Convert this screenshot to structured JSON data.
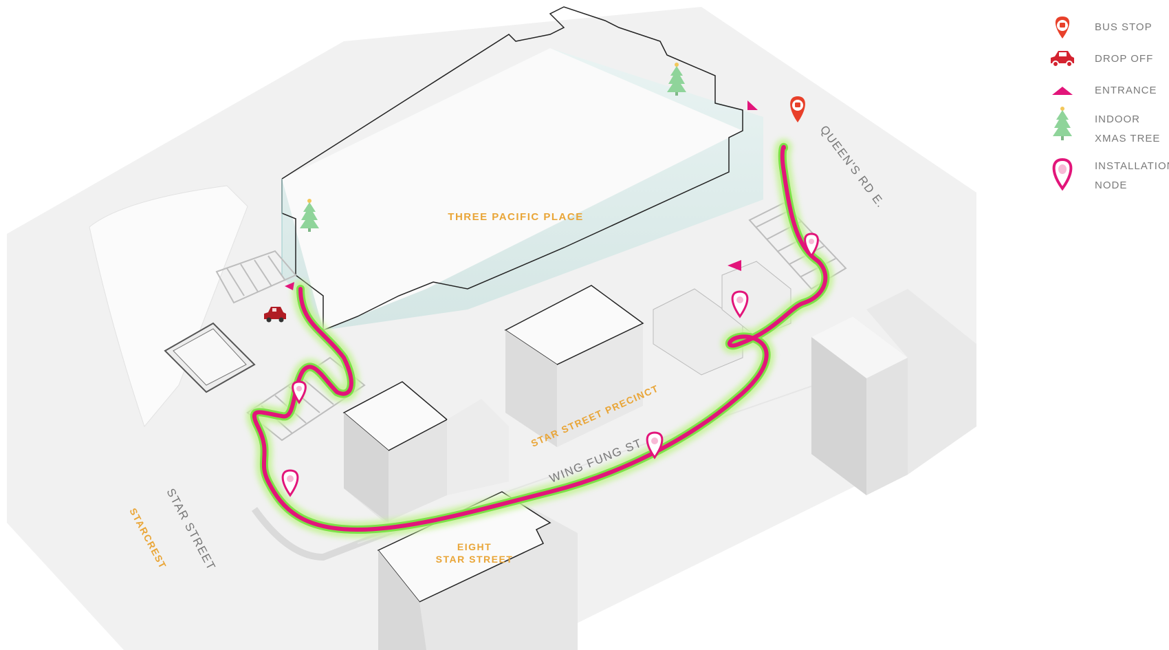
{
  "legend": {
    "items": [
      {
        "icon": "bus-stop-icon",
        "label": "BUS STOP",
        "color": "#e8402a"
      },
      {
        "icon": "drop-off-car-icon",
        "label": "DROP OFF",
        "color": "#d42330"
      },
      {
        "icon": "entrance-triangle-icon",
        "label": "ENTRANCE",
        "color": "#e2157a"
      },
      {
        "icon": "xmas-tree-icon",
        "label": "INDOOR",
        "label2": "XMAS TREE",
        "color": "#7fcf8a"
      },
      {
        "icon": "installation-node-icon",
        "label": "INSTALLATION",
        "label2": "NODE",
        "color": "#e2157a"
      }
    ]
  },
  "map": {
    "buildings": {
      "three_pacific_place": "THREE PACIFIC PLACE",
      "star_street_precinct": "STAR STREET PRECINCT",
      "eight_star_street_line1": "EIGHT",
      "eight_star_street_line2": "STAR STREET",
      "starcrest": "STARCREST"
    },
    "streets": {
      "queens_rd_e": "QUEEN'S RD E.",
      "star_street": "STAR STREET",
      "wing_fung_street": "WING FUNG ST"
    }
  },
  "colors": {
    "route_outer": "#7de048",
    "route_inner": "#e2157a",
    "label_orange": "#e9a537",
    "street_gray": "#777777"
  }
}
